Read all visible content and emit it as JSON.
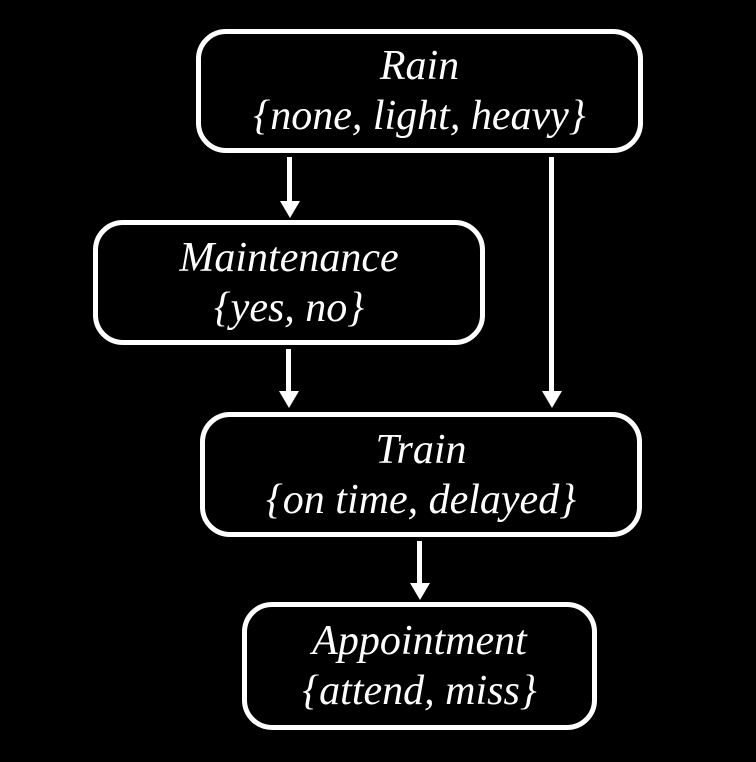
{
  "diagram": {
    "type": "bayesian-network",
    "background_color": "#000000",
    "node_border_color": "#ffffff",
    "text_color": "#ffffff",
    "nodes": [
      {
        "id": "rain",
        "label": "Rain",
        "domain": "{none, light, heavy}"
      },
      {
        "id": "maintenance",
        "label": "Maintenance",
        "domain": "{yes, no}"
      },
      {
        "id": "train",
        "label": "Train",
        "domain": "{on time, delayed}"
      },
      {
        "id": "appointment",
        "label": "Appointment",
        "domain": "{attend, miss}"
      }
    ],
    "edges": [
      {
        "from": "Rain",
        "to": "Maintenance"
      },
      {
        "from": "Rain",
        "to": "Train"
      },
      {
        "from": "Maintenance",
        "to": "Train"
      },
      {
        "from": "Train",
        "to": "Appointment"
      }
    ]
  }
}
